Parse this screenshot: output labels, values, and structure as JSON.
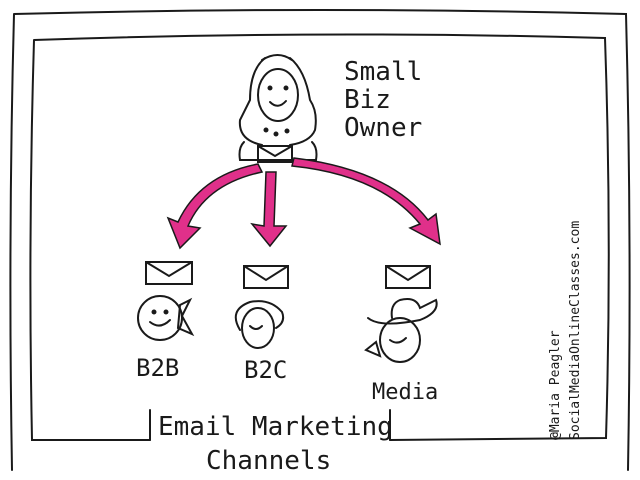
{
  "owner": {
    "line1": "Small",
    "line2": "Biz",
    "line3": "Owner"
  },
  "channels": [
    {
      "label": "B2B"
    },
    {
      "label": "B2C"
    },
    {
      "label": "Media"
    }
  ],
  "title": {
    "line1": "Email Marketing",
    "line2": "Channels"
  },
  "credit": {
    "author": "@Maria Peagler",
    "site": "SocialMediaOnlineClasses.com"
  },
  "colors": {
    "arrow": "#e0308a",
    "ink": "#1a1a1a"
  }
}
